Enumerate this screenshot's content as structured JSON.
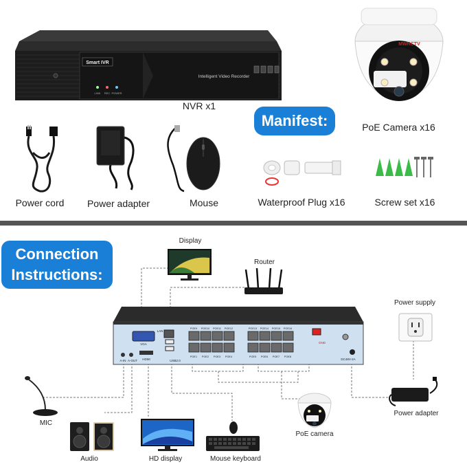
{
  "manifest": {
    "badge": "Manifest:",
    "items": {
      "nvr": "NVR x1",
      "camera": "PoE Camera x16",
      "power_cord": "Power cord",
      "power_adapter": "Power adapter",
      "mouse": "Mouse",
      "waterproof_plug": "Waterproof Plug x16",
      "screw_set": "Screw set x16"
    },
    "nvr_device": {
      "brand_label": "Smart IVR",
      "front_text": "Intelligent Video Recorder",
      "leds": [
        "LINK",
        "REC",
        "POWER"
      ]
    },
    "camera_brand": "MWRCTV"
  },
  "connection": {
    "badge_line1": "Connection",
    "badge_line2": "Instructions:",
    "devices": {
      "display": "Display",
      "router": "Router",
      "power_supply": "Power supply",
      "power_adapter": "Power adapter",
      "mic": "MIC",
      "audio": "Audio",
      "hd_display": "HD display",
      "mouse_keyboard": "Mouse keyboard",
      "poe_camera": "PoE camera"
    },
    "rear_panel": {
      "vga": "VGA",
      "lan": "LAN",
      "usb": "USB2.0",
      "hdmi": "HDMI",
      "audio_in": "A-IN",
      "audio_out": "A-OUT",
      "gnd": "GND",
      "dc": "DC48V-2A",
      "poe_top": [
        "POE9",
        "POE10",
        "POE11",
        "POE12",
        "POE13",
        "POE14",
        "POE15",
        "POE16"
      ],
      "poe_bottom": [
        "POE1",
        "POE2",
        "POE3",
        "POE4",
        "POE5",
        "POE6",
        "POE7",
        "POE8"
      ]
    }
  }
}
